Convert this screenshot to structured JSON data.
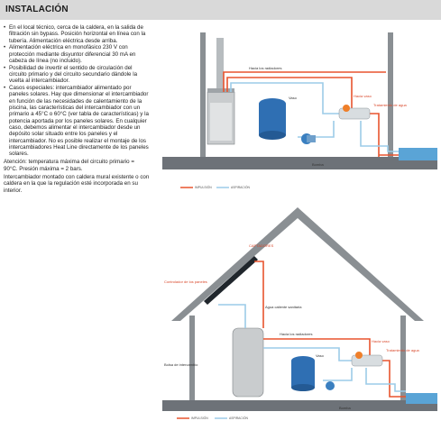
{
  "header": {
    "title": "INSTALACIÓN"
  },
  "bullets": [
    "En el local técnico, cerca de la caldera, en la salida de filtración sin bypass. Posición horizontal en línea con la tubería. Alimentación eléctrica desde arriba.",
    "Alimentación eléctrica en monofásico 230 V con protección mediante disyuntor diferencial 30 mA en cabeza de línea (no incluido).",
    "Posibilidad de invertir el sentido de circulación del circuito primario y del circuito secundario dándole la vuelta al intercambiador.",
    "Casos especiales: intercambiador alimentado por paneles solares. Hay que dimensionar el intercambiador en función de las necesidades de calentamiento de la piscina, las características del intercambiador con un primario a 45°C o 60°C (ver tabla de características) y la potencia aportada por los paneles solares. En cualquier caso, debemos alimentar el intercambiador desde un depósito solar situado entre los paneles y el intercambiador. No es posible realizar el montaje de los intercambiadores Heat Line directamente de los paneles solares."
  ],
  "paragraphs": [
    "Atención: temperatura máxima del circuito primario = 90°C. Presión máxima = 2 bars.",
    "Intercambiador montado con caldera mural existente o con caldera en la que la regulación esté incorporada en su interior."
  ],
  "figure1": {
    "labels": {
      "to_radiators": "Hacia los radiadores",
      "vaso": "Vaso",
      "hacia_vaso": "Hacia vaso",
      "treatment": "Tratamiento de agua",
      "bomba": "Bomba",
      "impulsion": "IMPULSIÓN",
      "aspiracion": "ASPIRACIÓN"
    }
  },
  "figure2": {
    "labels": {
      "captadores": "CAPTADORES",
      "controller": "Controlador de los paneles",
      "solar_tank": "Agua caliente sanitaria",
      "to_radiators": "Hacia los radiadores",
      "vaso": "Vaso",
      "hacia_vaso": "Hacia vaso",
      "treatment": "Tratamiento de agua",
      "tank_exchange": "Bolsa de intercambio",
      "bomba": "Bomba",
      "impulsion": "IMPULSIÓN",
      "aspiracion": "ASPIRACIÓN"
    }
  },
  "colors": {
    "hot": "#e8542e",
    "cold": "#9ccbe8",
    "pool_blue": "#2f6fb3",
    "wall": "#8a8f93",
    "floor": "#6d7278"
  }
}
